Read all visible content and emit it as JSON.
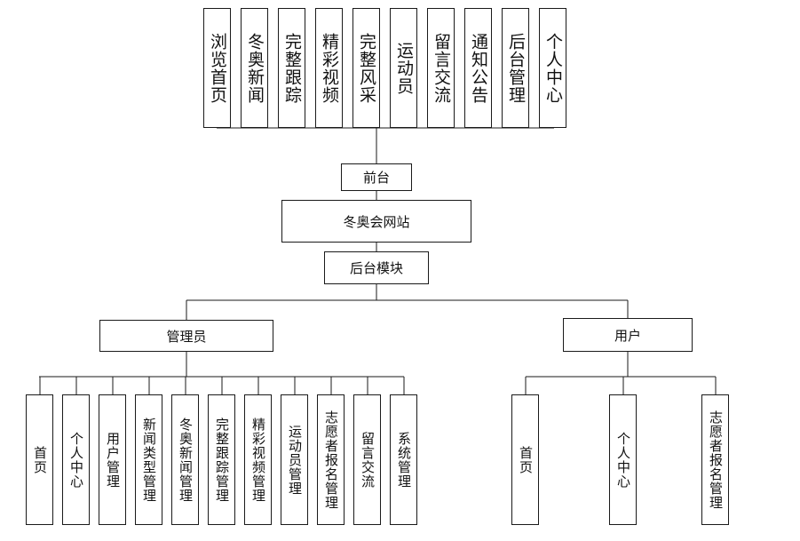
{
  "diagram": {
    "frontend_modules": [
      "浏览首页",
      "冬奥新闻",
      "完整跟踪",
      "精彩视频",
      "完整风采",
      "运动员",
      "留言交流",
      "通知公告",
      "后台管理",
      "个人中心"
    ],
    "frontend_label": "前台",
    "root_label": "冬奥会网站",
    "backend_label": "后台模块",
    "admin_label": "管理员",
    "user_label": "用户",
    "admin_modules": [
      "首页",
      "个人中心",
      "用户管理",
      "新闻类型管理",
      "冬奥新闻管理",
      "完整跟踪管理",
      "精彩视频管理",
      "运动员管理",
      "志愿者报名管理",
      "留言交流",
      "系统管理"
    ],
    "user_modules": [
      "首页",
      "个人中心",
      "志愿者报名管理"
    ]
  },
  "colors": {
    "line": "#1a1a1a",
    "box_border": "#1a1a1a",
    "text": "#111111"
  }
}
